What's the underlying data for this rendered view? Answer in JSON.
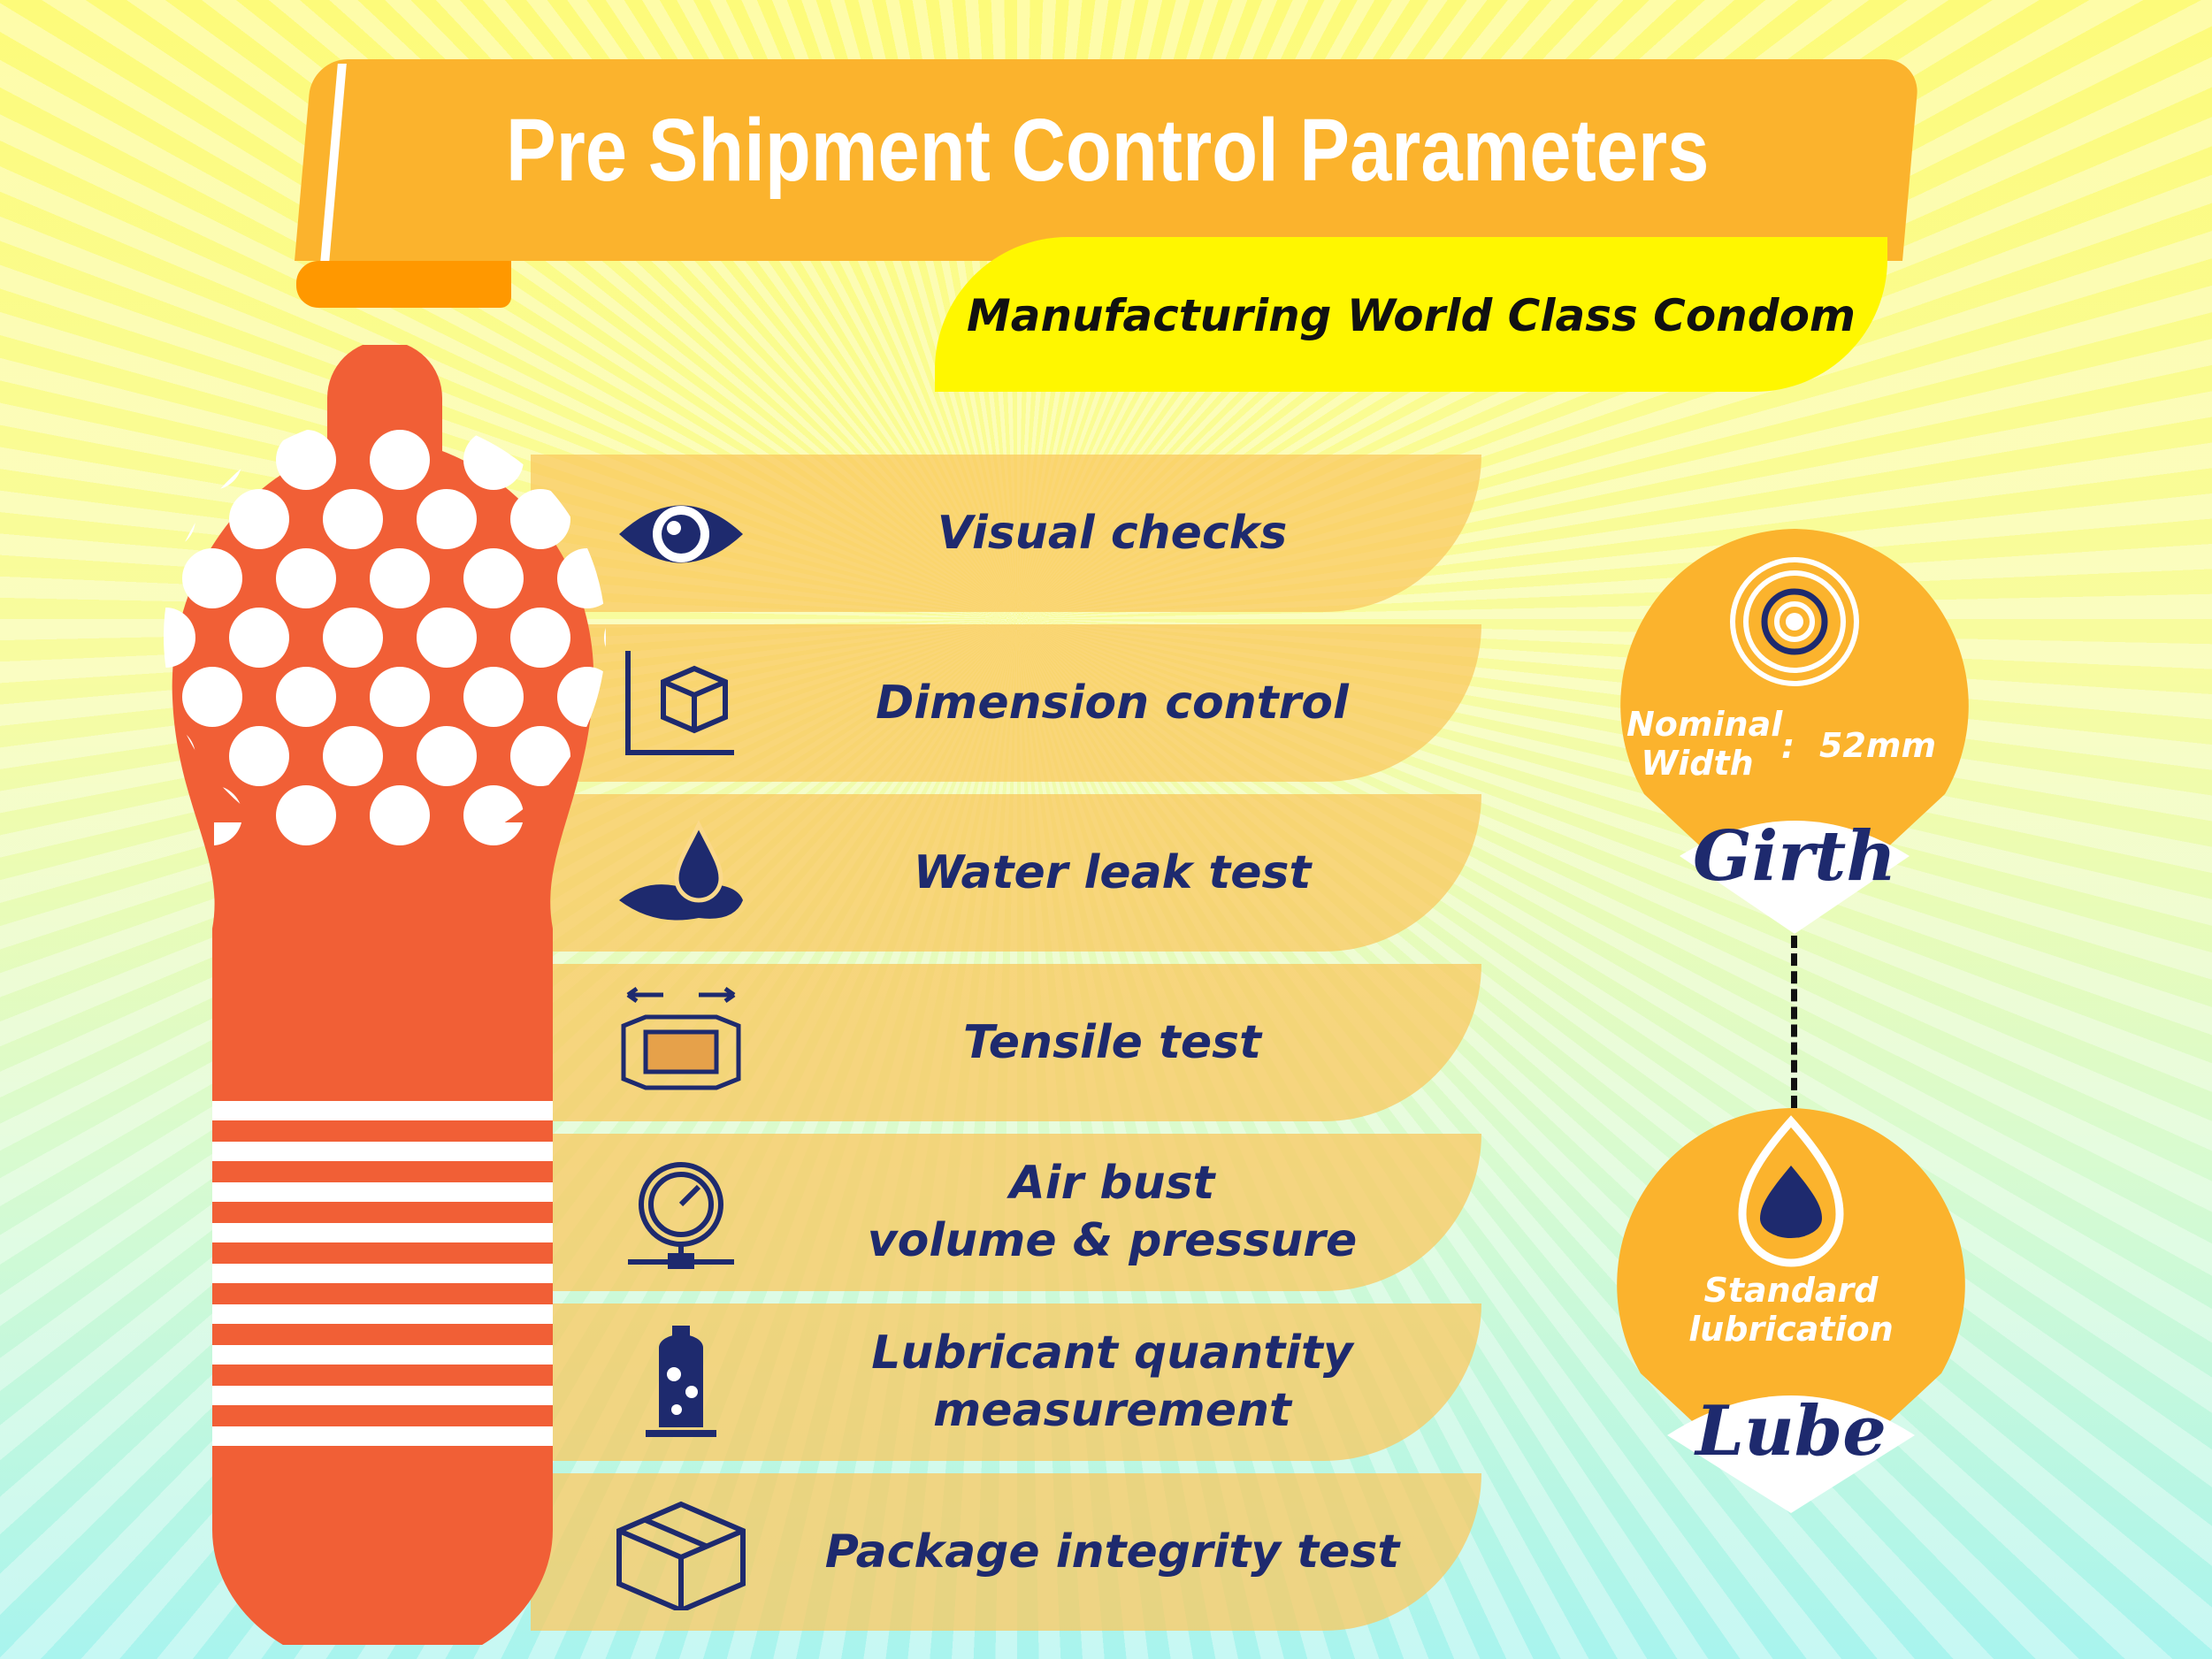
{
  "header": {
    "title": "Pre Shipment Control Parameters",
    "subtitle": "Manufacturing World Class Condom"
  },
  "parameters": [
    {
      "label": "Visual checks",
      "icon": "eye-icon"
    },
    {
      "label": "Dimension control",
      "icon": "cube-axes-icon"
    },
    {
      "label": "Water leak test",
      "icon": "water-drop-icon"
    },
    {
      "label": "Tensile test",
      "icon": "stretch-icon"
    },
    {
      "label": "Air bust\nvolume & pressure",
      "icon": "pressure-gauge-icon"
    },
    {
      "label": "Lubricant quantity\nmeasurement",
      "icon": "lubricant-bottle-icon"
    },
    {
      "label": "Package integrity test",
      "icon": "package-box-icon"
    }
  ],
  "girth": {
    "label": "Nominal\nWidth",
    "separator": ":",
    "value": "52mm",
    "script": "Girth"
  },
  "lube": {
    "label": "Standard\nlubrication",
    "script": "Lube"
  },
  "colors": {
    "orange": "#fbb32d",
    "red": "#f15f36",
    "navy": "#1e2a6e",
    "yellow": "#fff700"
  }
}
